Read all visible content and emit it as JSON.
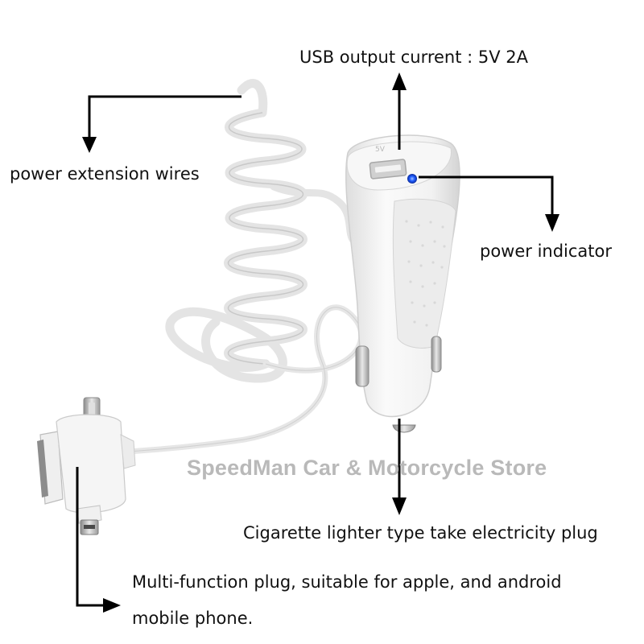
{
  "labels": {
    "usb_output": "USB output current : 5V 2A",
    "extension_wires": "power extension wires",
    "power_indicator": "power indicator",
    "plug": "Cigarette lighter type take electricity plug",
    "multi_plug_line1": "Multi-function plug, suitable for apple, and android",
    "multi_plug_line2": "mobile phone."
  },
  "watermark": "SpeedMan Car & Motorcycle Store",
  "port_marking": "5V",
  "colors": {
    "product_white": "#f4f4f4",
    "product_shade": "#dcdcdc",
    "indicator_led": "#1e5cff",
    "arrow": "#000000",
    "watermark": "#b9b9b9"
  }
}
